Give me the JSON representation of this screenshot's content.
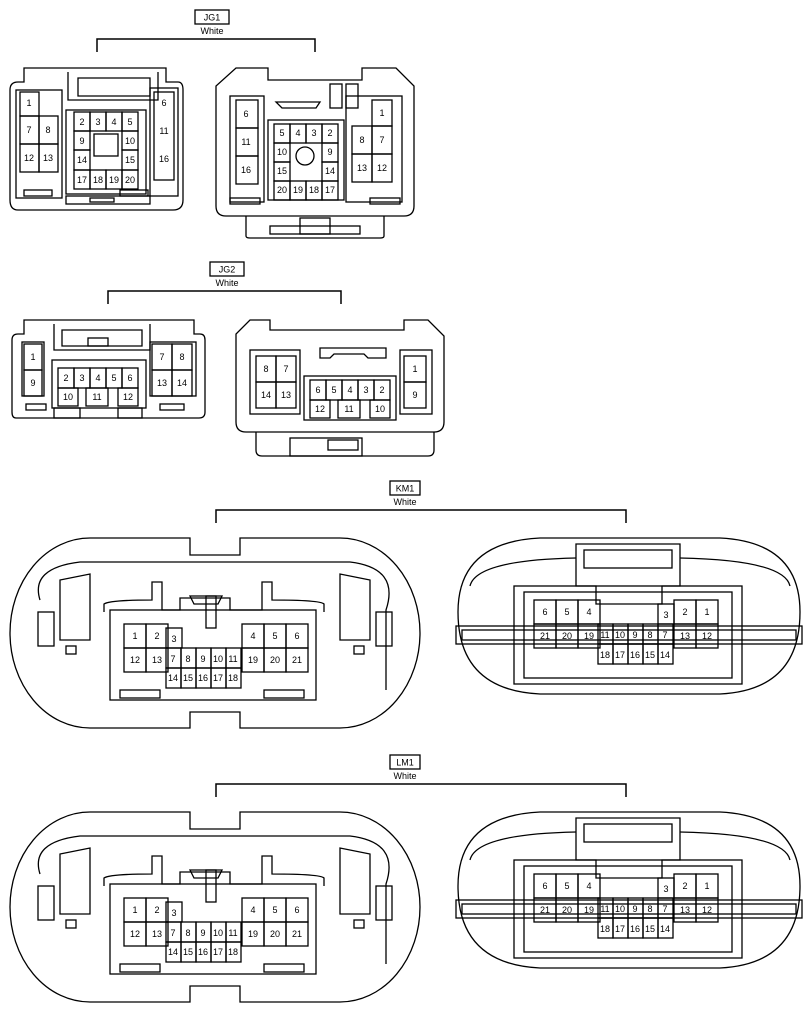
{
  "connectors": [
    {
      "id": "JG1",
      "color": "White",
      "left_pins": {
        "a": [
          "1",
          "7",
          "8",
          "12",
          "13"
        ],
        "b": [
          "2",
          "3",
          "4",
          "5",
          "9",
          "10",
          "14",
          "15",
          "17",
          "18",
          "19",
          "20"
        ],
        "c": [
          "6",
          "11",
          "16"
        ]
      },
      "right_pins": {
        "a": [
          "6",
          "11",
          "16"
        ],
        "b": [
          "5",
          "4",
          "3",
          "2",
          "10",
          "9",
          "15",
          "14",
          "20",
          "19",
          "18",
          "17"
        ],
        "c": [
          "1",
          "8",
          "7",
          "13",
          "12"
        ]
      }
    },
    {
      "id": "JG2",
      "color": "White",
      "left_pins": {
        "a": [
          "1",
          "9"
        ],
        "b": [
          "2",
          "3",
          "4",
          "5",
          "6",
          "10",
          "11",
          "12"
        ],
        "c": [
          "7",
          "8",
          "13",
          "14"
        ]
      },
      "right_pins": {
        "a": [
          "8",
          "7",
          "14",
          "13"
        ],
        "b": [
          "6",
          "5",
          "4",
          "3",
          "2",
          "12",
          "11",
          "10"
        ],
        "c": [
          "1",
          "9"
        ]
      }
    },
    {
      "id": "KM1",
      "color": "White",
      "left_pins": {
        "a": [
          "1",
          "2",
          "12",
          "13"
        ],
        "b": [
          "3",
          "7",
          "8",
          "9",
          "10",
          "11",
          "14",
          "15",
          "16",
          "17",
          "18"
        ],
        "c": [
          "4",
          "5",
          "6",
          "19",
          "20",
          "21"
        ]
      },
      "right_pins": {
        "a": [
          "6",
          "5",
          "4",
          "21",
          "20",
          "19"
        ],
        "b": [
          "3",
          "11",
          "10",
          "9",
          "8",
          "7",
          "18",
          "17",
          "16",
          "15",
          "14"
        ],
        "c": [
          "2",
          "1",
          "13",
          "12"
        ]
      }
    },
    {
      "id": "LM1",
      "color": "White",
      "left_pins": {
        "a": [
          "1",
          "2",
          "12",
          "13"
        ],
        "b": [
          "3",
          "7",
          "8",
          "9",
          "10",
          "11",
          "14",
          "15",
          "16",
          "17",
          "18"
        ],
        "c": [
          "4",
          "5",
          "6",
          "19",
          "20",
          "21"
        ]
      },
      "right_pins": {
        "a": [
          "6",
          "5",
          "4",
          "21",
          "20",
          "19"
        ],
        "b": [
          "3",
          "11",
          "10",
          "9",
          "8",
          "7",
          "18",
          "17",
          "16",
          "15",
          "14"
        ],
        "c": [
          "2",
          "1",
          "13",
          "12"
        ]
      }
    }
  ]
}
